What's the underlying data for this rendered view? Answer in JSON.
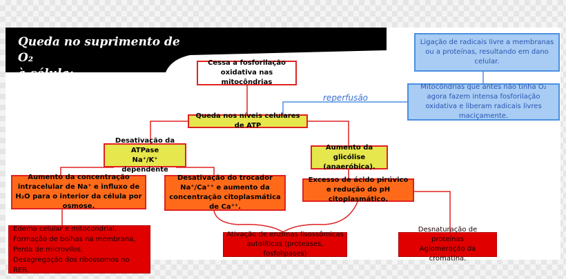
{
  "title": {
    "line1": "Queda no suprimento de O₂",
    "line2": "à célula:"
  },
  "boxes": {
    "cessa": "Cessa a fosforilação oxidativa nas mitocôndrias",
    "queda": "Queda nos níveis celulares de ATP",
    "desativacao_atpase_line1": "Desativação da ATPase",
    "desativacao_atpase_line2": "Na⁺/K⁺ dependente",
    "glicolise_line1": "Aumento da glicólise",
    "glicolise_line2": "(anaeróbica).",
    "concentracao_na": "Aumento da concentração intracelular de Na⁺ e influxo de H₂O para o interior da célula por osmose.",
    "trocador": "Desativação do trocador Na⁺/Ca⁺⁺ e aumento da concentração citoplasmática de Ca⁺⁺.",
    "piruvico": "Excesso de ácido pirúvico e redução do pH citoplasmático.",
    "edema_line1": "Edema celular e mitocondrial,",
    "edema_line2": "Formação de bolhas na membrana,",
    "edema_line3": "Perda de microvilos,",
    "edema_line4": "Desagregação dos ribossomos no RER.",
    "enzimas_line1": "Ativação de enzimas lisossômicas",
    "enzimas_line2": "autolíticas (proteases, fosfolipases)",
    "proteinas_line1": "Desnaturação de proteínas",
    "proteinas_line2": "Aglomeração da cromatina.",
    "radicais": "Ligação de radicais livre a membranas ou a proteínas, resultando em dano celular.",
    "mitocondrias": "Mitocôndrias que antes não tinha O₂ agora fazem intensa fosforilação oxidativa e liberam radicais livres maciçamente."
  },
  "labels": {
    "reperfusao": "reperfusão"
  },
  "colors": {
    "connector_red": "#e02020",
    "connector_blue": "#4a8fe0",
    "yellow_box": "#e6e64d",
    "orange_box": "#ff6a1a",
    "red_box": "#e00000",
    "blue_box": "#a8ccf4"
  }
}
